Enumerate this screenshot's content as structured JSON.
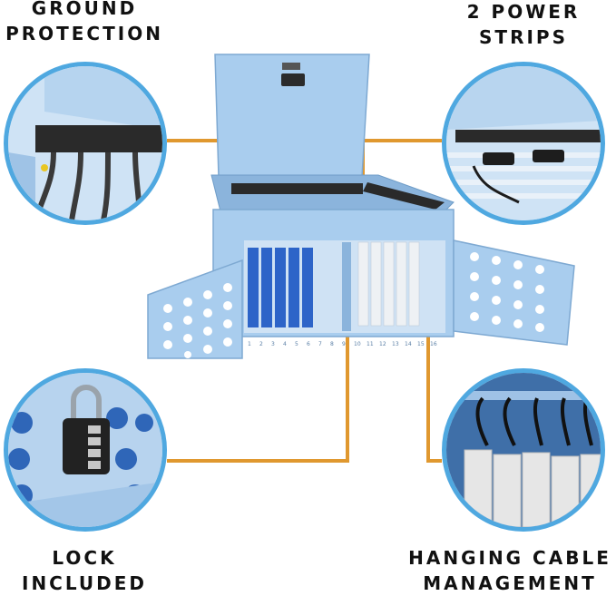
{
  "callouts": {
    "ground_protection": {
      "line1": "GROUND",
      "line2": "PROTECTION"
    },
    "power_strips": {
      "line1": "2 POWER",
      "line2": "STRIPS"
    },
    "lock_included": {
      "line1": "LOCK",
      "line2": "INCLUDED"
    },
    "cable_management": {
      "line1": "HANGING CABLE",
      "line2": "MANAGEMENT"
    }
  },
  "slot_numbers": [
    "1",
    "2",
    "3",
    "4",
    "5",
    "6",
    "7",
    "8",
    "9",
    "10",
    "11",
    "12",
    "13",
    "14",
    "15",
    "16"
  ],
  "colors": {
    "cabinet_blue": "#a9cdee",
    "cabinet_shadow": "#8bb4dc",
    "accent_circle": "#4fa8e0",
    "connector_line": "#e0982f",
    "tablet_blue": "#2d64c8",
    "tablet_white": "#eef1f4"
  },
  "icons": [
    "lock-icon",
    "padlock-icon",
    "power-strip-icon"
  ]
}
